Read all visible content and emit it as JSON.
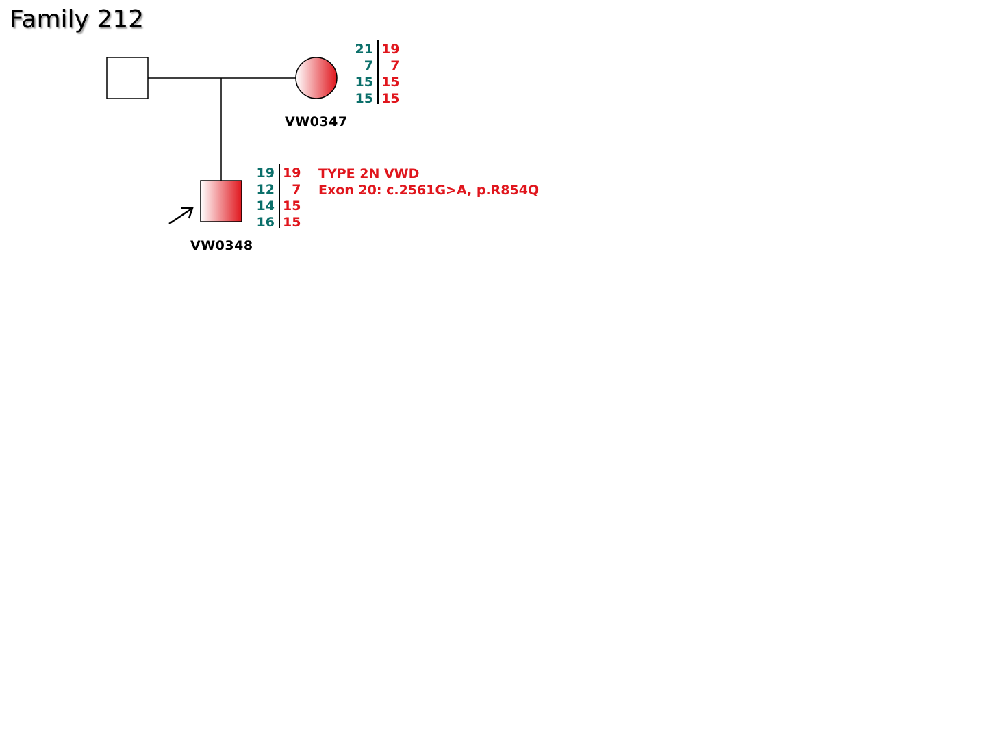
{
  "title": "Family 212",
  "colors": {
    "allele_paternal": "#0b6f6a",
    "allele_maternal": "#e0161d",
    "affected_fill": "#e0161d",
    "line": "#000000"
  },
  "individuals": {
    "father": {
      "sex": "male",
      "affected": false,
      "label": ""
    },
    "mother": {
      "sex": "female",
      "affected": true,
      "label": "VW0347",
      "haplotype_left": [
        "21",
        "7",
        "15",
        "15"
      ],
      "haplotype_right": [
        "19",
        "7",
        "15",
        "15"
      ]
    },
    "proband": {
      "sex": "male",
      "affected": true,
      "proband": true,
      "label": "VW0348",
      "haplotype_left": [
        "19",
        "12",
        "14",
        "16"
      ],
      "haplotype_right": [
        "19",
        "7",
        "15",
        "15"
      ]
    }
  },
  "annotation": {
    "heading": "TYPE 2N VWD",
    "mutation": "Exon 20: c.2561G>A, p.R854Q"
  }
}
